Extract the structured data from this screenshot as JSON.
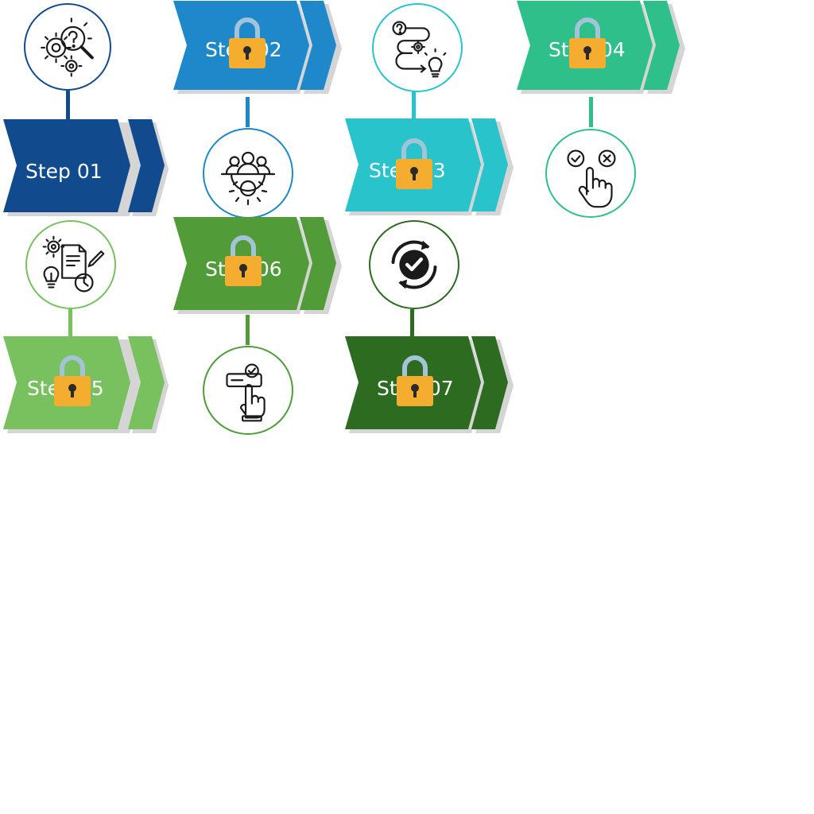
{
  "steps": [
    {
      "id": "01",
      "label": "Step 01",
      "color": "#124a8e",
      "ring": "#124a8e",
      "locked": false,
      "icon": "gears-question-search-icon"
    },
    {
      "id": "02",
      "label": "Step 02",
      "color": "#1e88cb",
      "ring": "#1e88cb",
      "locked": true,
      "icon": "team-gear-icon"
    },
    {
      "id": "03",
      "label": "Step 03",
      "color": "#29c3cc",
      "ring": "#29c3cc",
      "locked": true,
      "icon": "question-gear-idea-icon"
    },
    {
      "id": "04",
      "label": "Step 04",
      "color": "#2fbf8b",
      "ring": "#2fbf8b",
      "locked": true,
      "icon": "choice-hand-icon"
    },
    {
      "id": "05",
      "label": "Step 05",
      "color": "#78c15e",
      "ring": "#78c15e",
      "locked": true,
      "icon": "document-plan-icon"
    },
    {
      "id": "06",
      "label": "Step 06",
      "color": "#519c38",
      "ring": "#519c38",
      "locked": true,
      "icon": "hand-tap-check-icon"
    },
    {
      "id": "07",
      "label": "Step 07",
      "color": "#2d6b21",
      "ring": "#2d6b21",
      "locked": true,
      "icon": "refresh-check-icon"
    }
  ],
  "lock_color": "#f4ad2f",
  "lock_shackle_color": "#a3c3d8",
  "icon_stroke_color": "#1a1a1a"
}
